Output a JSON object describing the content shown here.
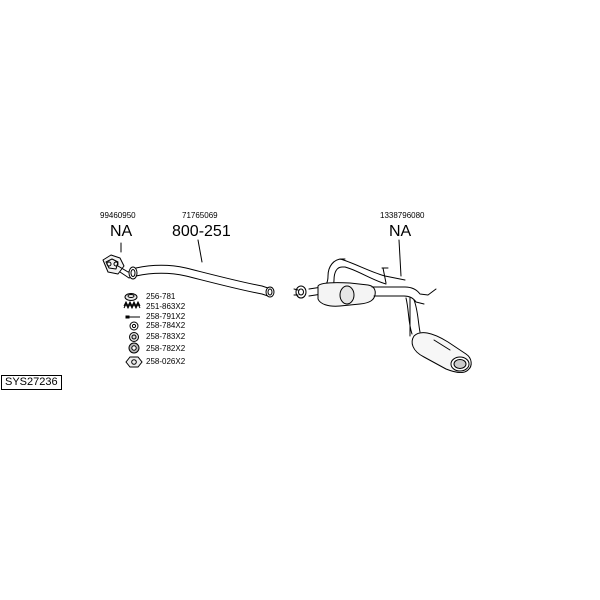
{
  "system_code": "SYS27236",
  "callouts": [
    {
      "oem": "99460950",
      "label": "NA"
    },
    {
      "oem": "71765069",
      "label": "800-251"
    },
    {
      "oem": "1338796080",
      "label": "NA"
    }
  ],
  "fittings": [
    {
      "icon": "gasket-ring-icon",
      "code": "256-781"
    },
    {
      "icon": "spring-icon",
      "code": "251-863X2"
    },
    {
      "icon": "bolt-icon",
      "code": "258-791X2"
    },
    {
      "icon": "washer-icon",
      "code": "258-784X2"
    },
    {
      "icon": "rubber-mount-icon",
      "code": "258-783X2"
    },
    {
      "icon": "clamp-nut-icon",
      "code": "258-782X2"
    },
    {
      "icon": "hex-nut-icon",
      "code": "258-026X2"
    }
  ]
}
